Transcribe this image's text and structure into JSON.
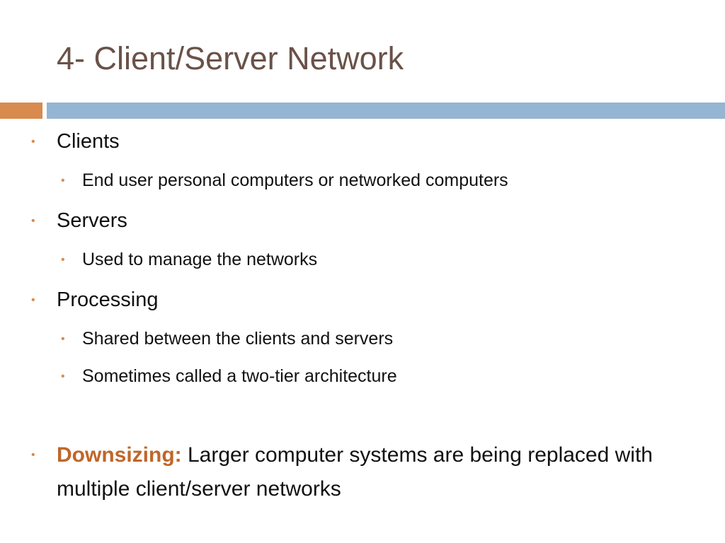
{
  "slide": {
    "title": "4- Client/Server Network",
    "colors": {
      "title": "#6a5248",
      "accent_orange": "#d98a4e",
      "rule_blue": "#94b6d2",
      "highlight": "#c0662a",
      "text": "#111111"
    },
    "bullets": [
      {
        "label": "Clients",
        "sub": [
          "End user personal computers or networked computers"
        ]
      },
      {
        "label": "Servers",
        "sub": [
          "Used to manage the networks"
        ]
      },
      {
        "label": "Processing",
        "sub": [
          "Shared between the clients and servers",
          "Sometimes called a two-tier architecture"
        ]
      }
    ],
    "final_bullet": {
      "term": "Downsizing",
      "separator": ":",
      "text": " Larger computer systems are being replaced with multiple client/server networks"
    },
    "bullet_glyph": "•"
  }
}
